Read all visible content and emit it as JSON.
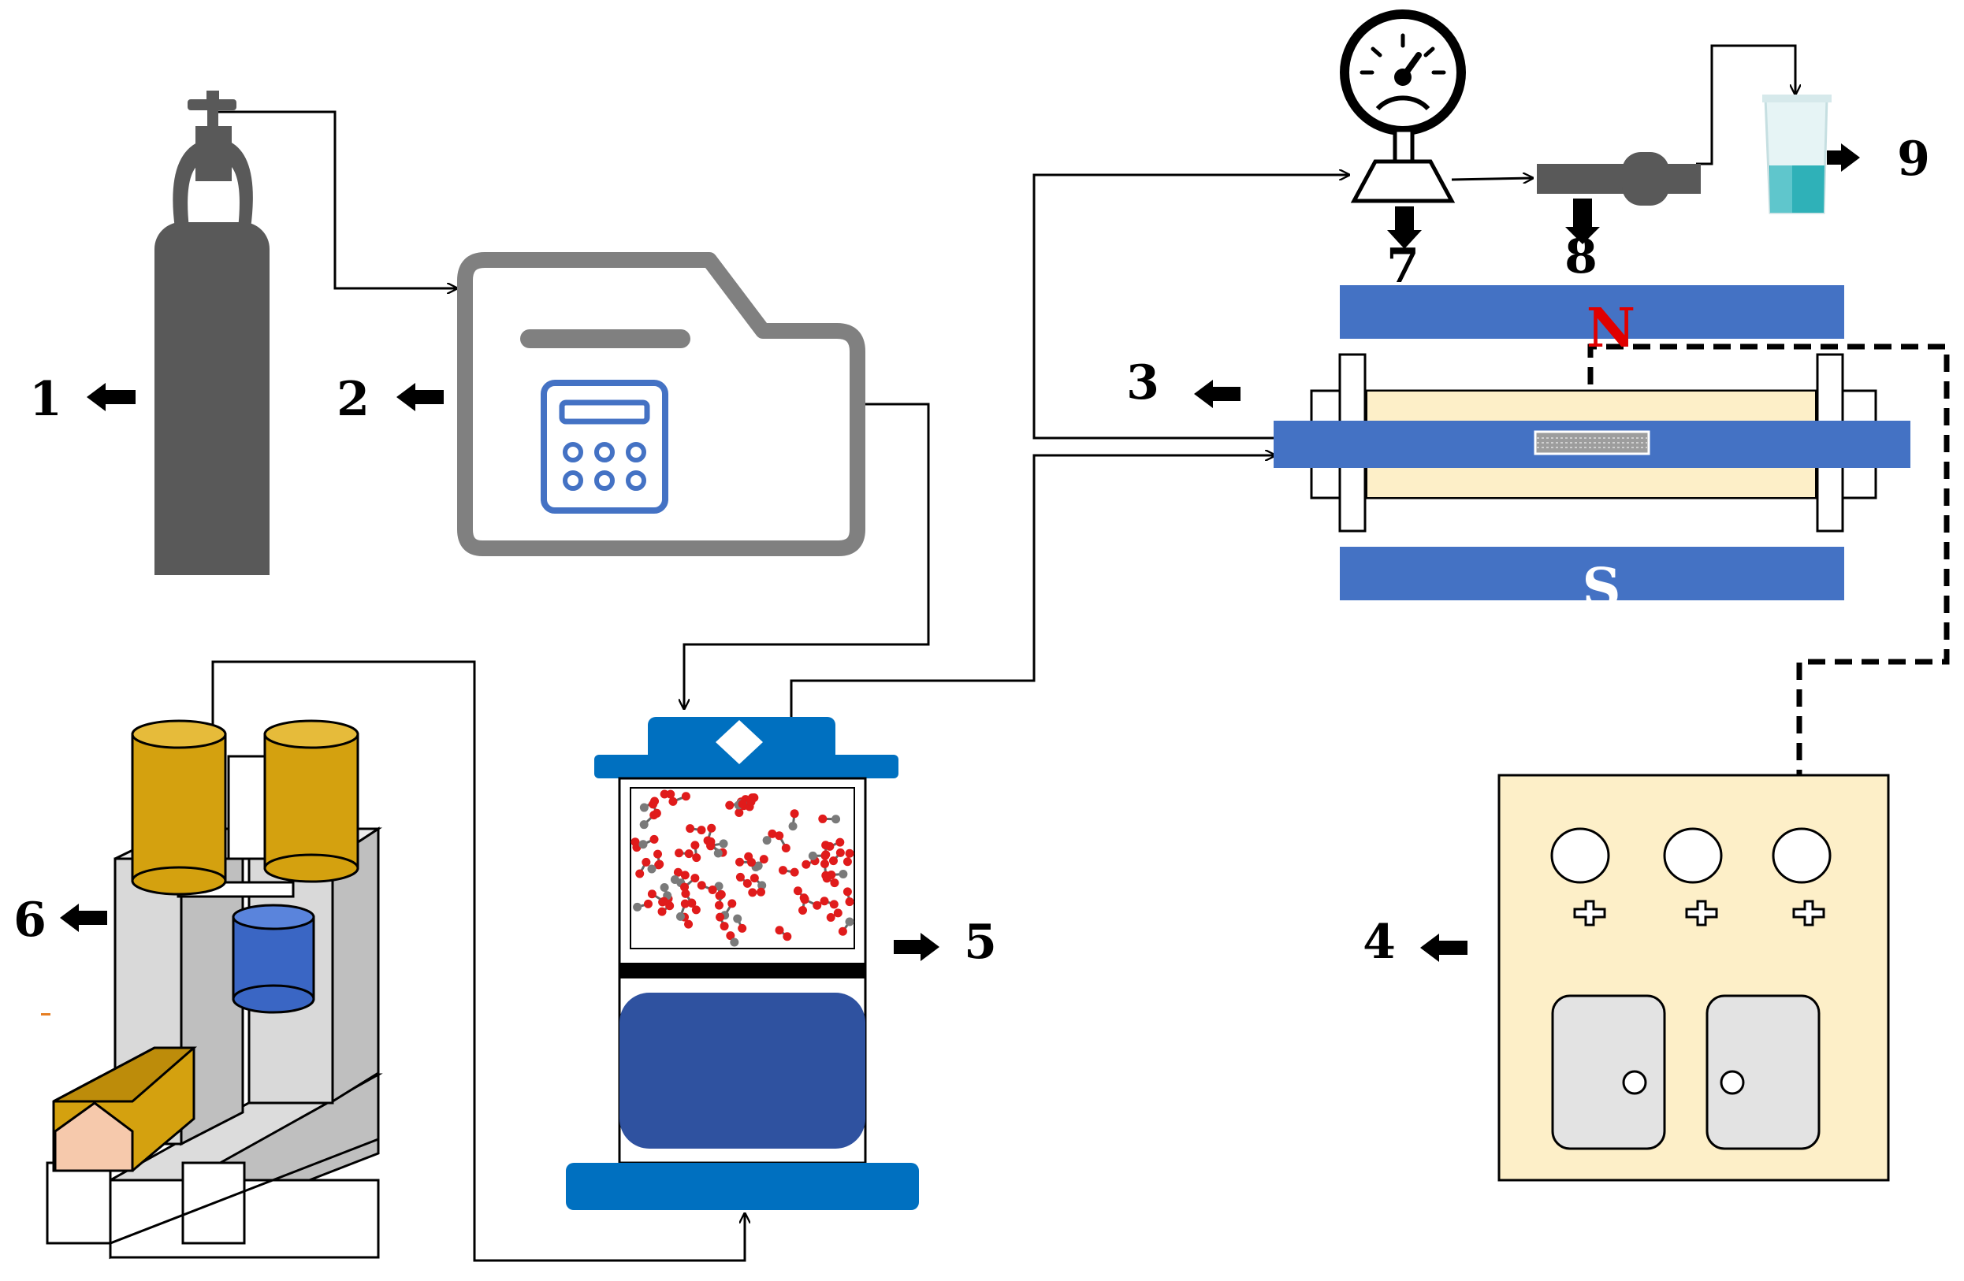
{
  "labels": {
    "l1": "1",
    "l2": "2",
    "l3": "3",
    "l4": "4",
    "l5": "5",
    "l6": "6",
    "l7": "7",
    "l8": "8",
    "l9": "9"
  },
  "magnet": {
    "north": "N",
    "south": "S"
  },
  "colors": {
    "cylinder": "#595959",
    "controller_frame": "#808080",
    "controller_icon": "#4472c4",
    "magnet_blue": "#4472c4",
    "sample_tube": "#fdefc8",
    "console_panel": "#fdefc8",
    "press_blue": "#0070c0",
    "press_block": "#2f52a0",
    "pump_gold": "#d4a10f",
    "pump_blue": "#3a66c4",
    "liquid_teal": "#2fb1b8",
    "north_red": "#e00000"
  },
  "icons": {
    "gas_cylinder": "gas-cylinder-icon",
    "flow_controller": "flow-controller-icon",
    "pressure_gauge": "pressure-gauge-icon",
    "back_pressure_valve": "valve-icon",
    "collection_beaker": "beaker-icon",
    "core_holder": "core-holder-icon",
    "nmr_console": "nmr-console-icon",
    "pump": "pump-icon",
    "press": "press-icon"
  }
}
